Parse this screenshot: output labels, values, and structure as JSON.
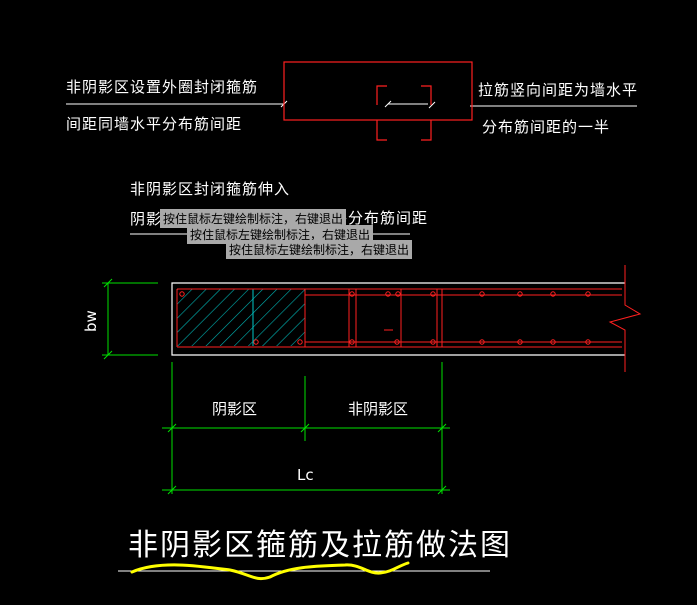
{
  "notes": {
    "top_left_1": "非阴影区设置外圈封闭箍筋",
    "top_left_2": "间距同墙水平分布筋间距",
    "top_right_1": "拉筋竖向间距为墙水平",
    "top_right_2": "分布筋间距的一半",
    "mid_1": "非阴影区封闭箍筋伸入",
    "mid_2a": "阴影区",
    "mid_2b": "水平分布筋间距"
  },
  "tooltips": [
    "按住鼠标左键绘制标注，右键退出",
    "按住鼠标左键绘制标注，右键退出",
    "按住鼠标左键绘制标注，右键退出"
  ],
  "dimensions": {
    "bw": "bw",
    "shadow_zone": "阴影区",
    "non_shadow_zone": "非阴影区",
    "lc": "Lc"
  },
  "title": "非阴影区箍筋及拉筋做法图",
  "colors": {
    "background": "#000000",
    "rebar": "#ff2020",
    "dimension": "#00e000",
    "outline": "#ffffff",
    "hatch": "#00c8c8",
    "underline": "#ffff00"
  }
}
